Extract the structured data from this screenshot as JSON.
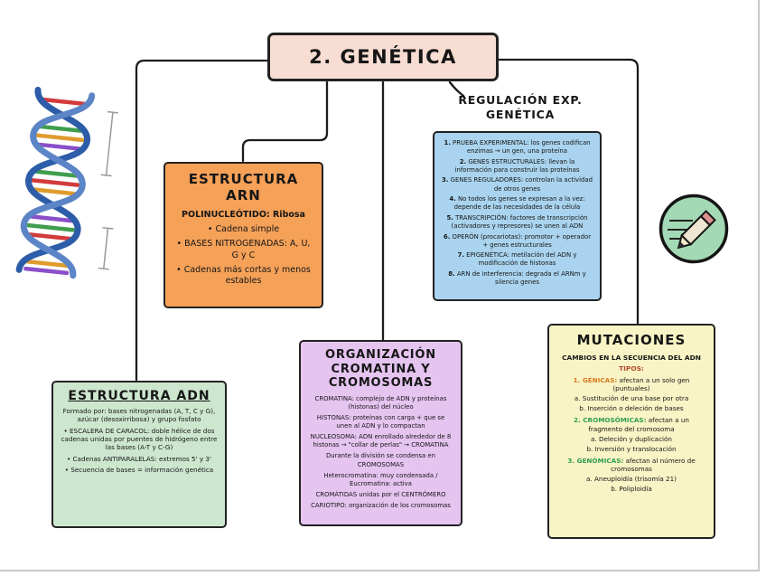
{
  "title": "2. GENÉTICA",
  "arn": {
    "title": "ESTRUCTURA ARN",
    "intro": "POLINUCLEÓTIDO: Ribosa",
    "bullets": [
      "Cadena simple",
      "BASES NITROGENADAS: A, U, G y C",
      "Cadenas más cortas y menos estables"
    ]
  },
  "regulacion": {
    "heading1": "REGULACIÓN EXP.",
    "heading2": "GENÉTICA",
    "lines": [
      "1. PRUEBA EXPERIMENTAL: los genes codifican enzimas → un gen, una proteína",
      "2. GENES ESTRUCTURALES: llevan la información para construir las proteínas",
      "3. GENES REGULADORES: controlan la actividad de otros genes",
      "4. No todos los genes se expresan a la vez: depende de las necesidades de la célula",
      "5. TRANSCRIPCIÓN: factores de transcripción (activadores y represores) se unen al ADN",
      "6. OPERÓN (procariotas): promotor + operador + genes estructurales",
      "7. EPIGENÉTICA: metilación del ADN y modificación de histonas",
      "8. ARN de interferencia: degrada el ARNm y silencia genes"
    ]
  },
  "adn": {
    "title": "ESTRUCTURA ADN",
    "intro": "Formado por: bases nitrogenadas (A, T, C y G), azúcar (desoxirribosa) y grupo fosfato",
    "bullets": [
      "ESCALERA DE CARACOL: doble hélice de dos cadenas unidas por puentes de hidrógeno entre las bases (A-T y C-G)",
      "Cadenas ANTIPARALELAS: extremos 5' y 3'",
      "Secuencia de bases = información genética"
    ]
  },
  "cromatina": {
    "title_lines": [
      "ORGANIZACIÓN",
      "CROMATINA Y",
      "CROMOSOMAS"
    ],
    "lines": [
      "CROMATINA: complejo de ADN y proteínas (histonas) del núcleo",
      "HISTONAS: proteínas con carga + que se unen al ADN y lo compactan",
      "NUCLEOSOMA: ADN enrollado alrededor de 8 histonas → \"collar de perlas\" → CROMATINA",
      "Durante la división se condensa en CROMOSOMAS",
      "Heterocromatina: muy condensada / Eucromatina: activa",
      "CROMÁTIDAS unidas por el CENTRÓMERO",
      "CARIOTIPO: organización de los cromosomas"
    ]
  },
  "mutaciones": {
    "title": "MUTACIONES",
    "intro": "CAMBIOS EN LA SECUENCIA DEL ADN",
    "tipos": "TIPOS:",
    "items": [
      {
        "label": "1. GÉNICAS:",
        "text": "afectan a un solo gen (puntuales)",
        "subs": [
          "a. Sustitución de una base por otra",
          "b. Inserción o deleción de bases"
        ]
      },
      {
        "label": "2. CROMOSÓMICAS:",
        "text": "afectan a un fragmento del cromosoma",
        "subs": [
          "a. Deleción y duplicación",
          "b. Inversión y translocación"
        ]
      },
      {
        "label": "3. GENÓMICAS:",
        "text": "afectan al número de cromosomas",
        "subs": [
          "a. Aneuploidía (trisomía 21)",
          "b. Poliploidía"
        ]
      }
    ]
  },
  "icons": {
    "pencil-icon": "✏"
  },
  "colors": {
    "title_box": "#f8ddd3",
    "arn_box": "#f5a158",
    "regulacion_box": "#a9d3ee",
    "adn_box": "#cde7cf",
    "cromatina_box": "#e5c4f0",
    "mutaciones_box": "#f8f4c5",
    "icon_circle": "#a3d9b4",
    "connector": "#1c1c1c",
    "mut_genicas": "#d97a1f",
    "mut_cromosomicas": "#2f9e4f",
    "mut_genomicas": "#2f9e4f"
  }
}
